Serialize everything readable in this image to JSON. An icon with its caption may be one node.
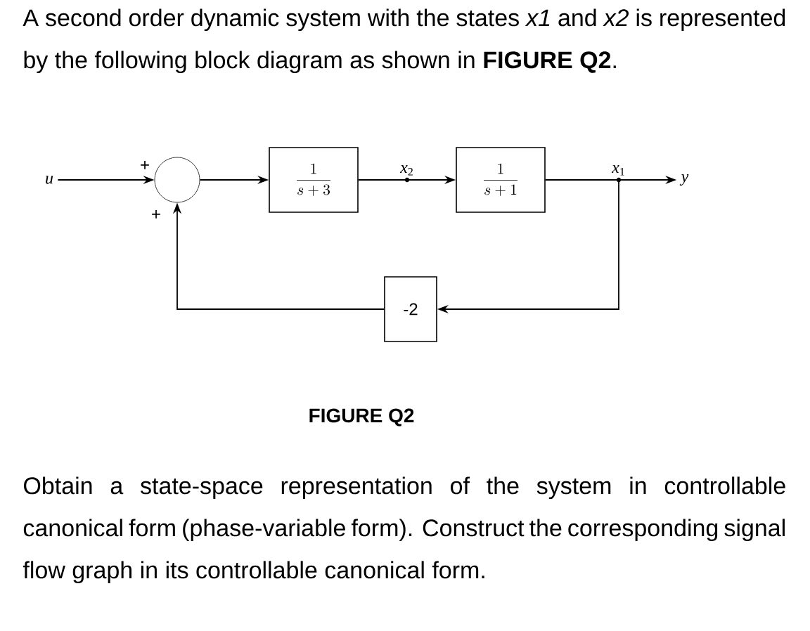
{
  "diagram": {
    "title": "A second order dynamic system with the states *x1* and *x2* is represented by the following block diagram as shown in **FIGURE Q2**.",
    "caption": "FIGURE Q2",
    "nodes": [
      {
        "text": [
          "u"
        ]
      },
      {
        "text": [],
        "shape": "circle"
      },
      {
        "text": [
          "\\frac{1}{s+3}"
        ]
      },
      {
        "text": [
          "\\frac{1}{s+1}"
        ]
      },
      {
        "text": [
          "y"
        ]
      },
      {
        "text": [
          "-2"
        ]
      }
    ],
    "edges": [
      {
        "from": 0,
        "to": 1,
        "arrow": "to"
      },
      {
        "from": 1,
        "to": 2,
        "arrow": "to"
      },
      {
        "from": 2,
        "to": 3,
        "arrow": "to",
        "label": "*x*$_{2}$"
      },
      {
        "from": 3,
        "to": 4,
        "arrow": "to",
        "label": "*x*$_{1}$"
      },
      {
        "from": 3,
        "to": 5,
        "arrow": "to"
      },
      {
        "from": 5,
        "to": 1,
        "arrow": "to"
      }
    ],
    "labels": [
      "+",
      "+",
      "Obtain a state-space representation of the system in controllable canonical form (phase-variable form). Construct the corresponding signal flow graph in its controllable canonical form."
    ]
  }
}
